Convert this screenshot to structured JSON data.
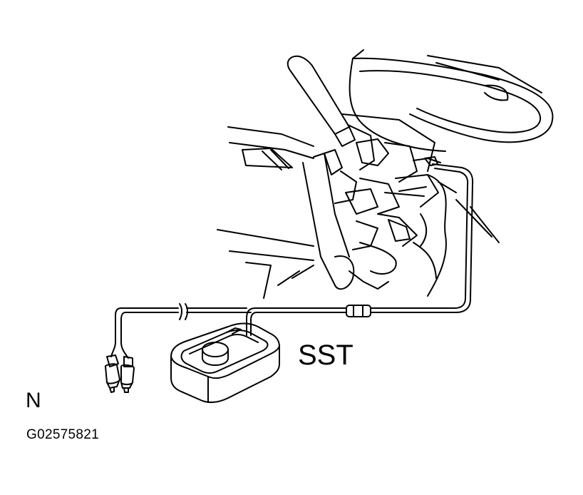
{
  "labels": {
    "tool": "SST",
    "view_letter": "N",
    "figure_code": "G02575821"
  },
  "colors": {
    "line": "#000000",
    "background": "#ffffff"
  }
}
